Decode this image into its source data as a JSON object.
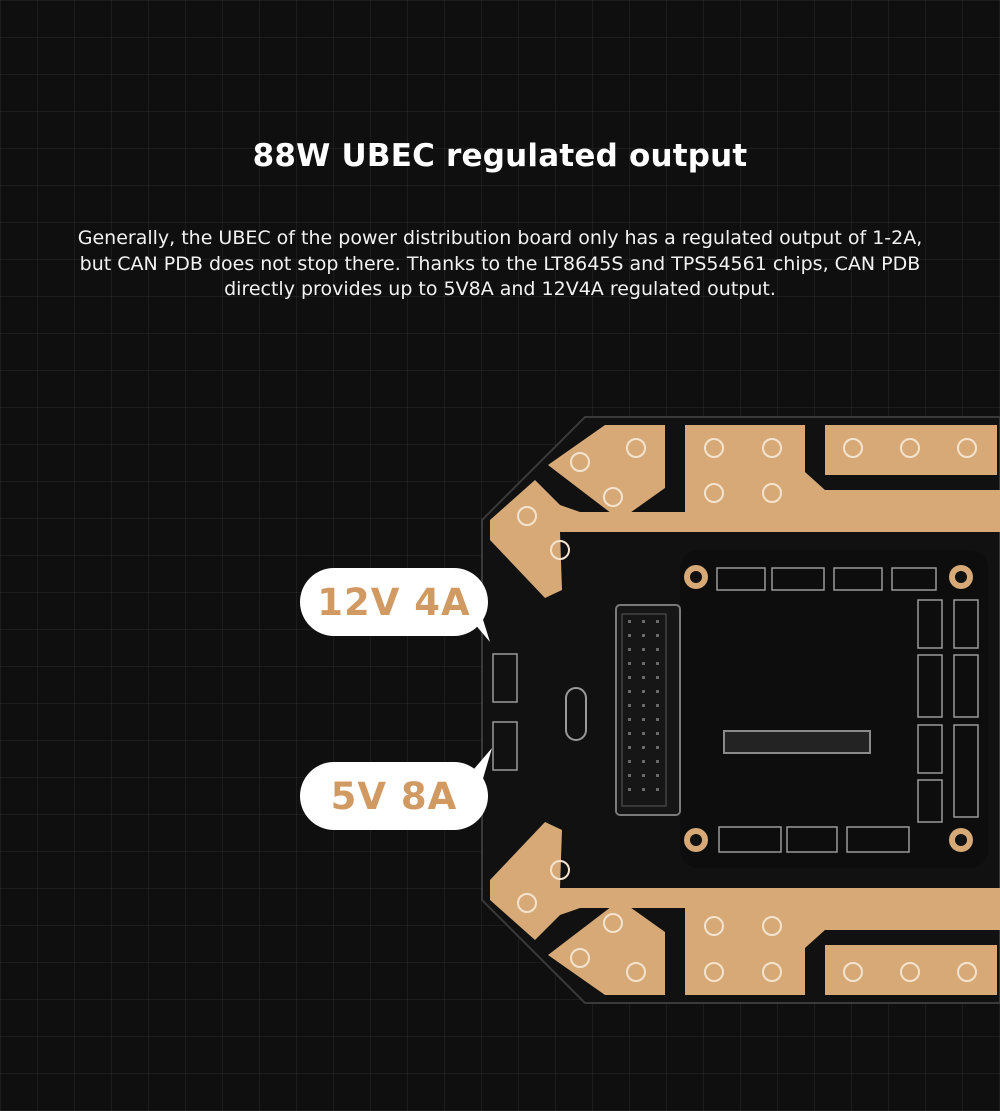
{
  "heading": "88W UBEC regulated output",
  "description": "Generally, the UBEC of the power distribution board only has a regulated output of 1-2A, but CAN PDB does not stop there. Thanks to the LT8645S and TPS54561 chips, CAN PDB directly provides up to 5V8A and 12V4A regulated output.",
  "labels": {
    "output_12v": "12V 4A",
    "output_5v": "5V 8A"
  },
  "colors": {
    "background": "#0f0f0f",
    "copper": "#d6a977",
    "label_text": "#d29a63",
    "board": "#111111"
  }
}
